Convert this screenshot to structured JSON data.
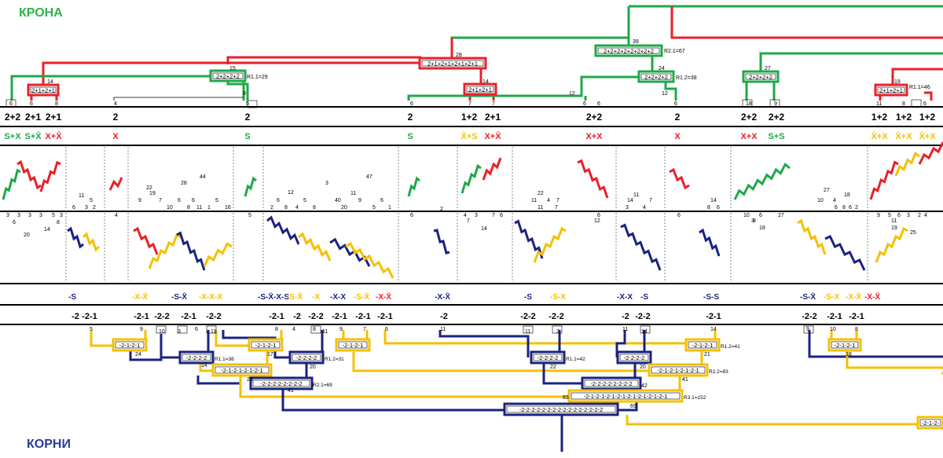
{
  "titles": {
    "crown": "КРОНА",
    "roots": "КОРНИ"
  },
  "colors": {
    "red": "#e8202a",
    "green": "#1fa84a",
    "yellow": "#f5c000",
    "navy": "#1a237e",
    "title_green": "#2fb34a",
    "title_blue": "#2a3b9c"
  },
  "crown_tree": {
    "boxes": [
      {
        "text": "2+1+2+1",
        "color": "red"
      },
      {
        "text": "2+2+2+2",
        "color": "green"
      },
      {
        "text": "2+1+2+1+2+1+2+1",
        "color": "red"
      },
      {
        "text": "2+1+2+1",
        "color": "red"
      },
      {
        "text": "2+2+2+2+2+2+2+2",
        "color": "green"
      },
      {
        "text": "2+2+2+2",
        "color": "green"
      },
      {
        "text": "2+2+2+2",
        "color": "green"
      },
      {
        "text": "2+1+2+1",
        "color": "red"
      }
    ],
    "notes": [
      "R1.1=29",
      "R2.1=67",
      "R1.2=38",
      "R1.1=46"
    ],
    "numbers": [
      "39",
      "28",
      "15",
      "14",
      "14",
      "24",
      "27",
      "19",
      "12",
      "12",
      "9",
      "6",
      "6",
      "8",
      "4",
      "5",
      "6",
      "7",
      "7",
      "6",
      "6",
      "6",
      "18",
      "9",
      "11",
      "8",
      "6"
    ]
  },
  "row_sum": [
    "2+2",
    "2+1",
    "2+1",
    "2",
    "2",
    "2",
    "1+2",
    "2+1",
    "2+2",
    "2",
    "2+2",
    "2+2",
    "1+2",
    "1+2",
    "1+2"
  ],
  "row_type": [
    "S+X",
    "S+X̄",
    "X+X̄",
    "X",
    "S",
    "S",
    "X̄+S",
    "X+X̄",
    "X+X",
    "X",
    "X+X",
    "S+S",
    "X̄+X",
    "X̄+X",
    "X̄+X"
  ],
  "upper_numbers": [
    "11",
    "5",
    "6",
    "3",
    "2",
    "9",
    "19",
    "7",
    "10",
    "6",
    "8",
    "22",
    "28",
    "44",
    "6",
    "5",
    "16",
    "1",
    "11",
    "12",
    "6",
    "8",
    "2",
    "4",
    "5",
    "8",
    "3",
    "40",
    "11",
    "20",
    "9",
    "47",
    "5",
    "6",
    "1",
    "22",
    "11",
    "4",
    "7",
    "11",
    "7",
    "14",
    "11",
    "3",
    "4",
    "7",
    "27",
    "10",
    "18",
    "4",
    "6",
    "8",
    "6",
    "2",
    "14",
    "8",
    "6"
  ],
  "lower_numbers": [
    "3",
    "3",
    "3",
    "3",
    "5",
    "3",
    "6",
    "8",
    "20",
    "14",
    "4",
    "5",
    "6",
    "2",
    "7",
    "4",
    "3",
    "7",
    "14",
    "6",
    "6",
    "12",
    "6",
    "10",
    "8",
    "6",
    "3",
    "18",
    "27",
    "9",
    "5",
    "6",
    "3",
    "2",
    "4",
    "11",
    "19",
    "25"
  ],
  "row_neg_type": [
    "-S",
    "-X-X̄",
    "-S-X̄",
    "-X-X-X",
    "-S-X̄-X-S",
    "-S-X̄",
    "-X",
    "-X-X",
    "-S-X̄",
    "-X-X̄",
    "-X-X̄",
    "-S",
    "-S-X",
    "-X-X",
    "-S",
    "-S-S",
    "-S-X̄",
    "-S-X",
    "-X-X̄",
    "-X-X̄"
  ],
  "row_neg_sum": [
    "-2",
    "-2-1",
    "-2-1",
    "-2-2",
    "-2-1",
    "-2-2",
    "-2-1",
    "-2",
    "-2-2",
    "-2-1",
    "-2-1",
    "-2-1",
    "-2",
    "-2-2",
    "-2-2",
    "-2",
    "-2-2",
    "-2-1",
    "-2-2",
    "-2-1",
    "-2-1"
  ],
  "root_tree": {
    "boxes": [
      {
        "text": "-2-1-2-1",
        "color": "yellow"
      },
      {
        "text": "-2-1-2-1",
        "color": "yellow"
      },
      {
        "text": "-2-1-2-1",
        "color": "yellow"
      },
      {
        "text": "-2-2-2-2",
        "color": "navy"
      },
      {
        "text": "-2-2-2-2",
        "color": "navy"
      },
      {
        "text": "-2-1-2-1-2-1-2-1",
        "color": "yellow"
      },
      {
        "text": "-2-2-2-2-2-2-2-2",
        "color": "navy"
      },
      {
        "text": "-2-2-2-2",
        "color": "navy"
      },
      {
        "text": "-2-2-2-2",
        "color": "navy"
      },
      {
        "text": "-2-1-2-1",
        "color": "yellow"
      },
      {
        "text": "-2-1-2-1-2-1-2-1",
        "color": "yellow"
      },
      {
        "text": "-2-2-2-2-2-2-2-2",
        "color": "navy"
      },
      {
        "text": "-2-1-2-1-2-1-2-1-2-1-2-1-2-1-2-1",
        "color": "yellow"
      },
      {
        "text": "-2-2-2-2-2-2-2-2-2-2-2-2-2-2-2-2",
        "color": "navy"
      },
      {
        "text": "-2-1-2-1",
        "color": "yellow"
      },
      {
        "text": "-2-1-2-",
        "color": "yellow"
      }
    ],
    "notes": [
      "R1.1=38",
      "R1.2=31",
      "R2.1=69",
      "R1.1=42",
      "R1.2=41",
      "R2.2=83",
      "R3.1=152"
    ],
    "numbers": [
      "5",
      "9",
      "10",
      "3",
      "6",
      "11",
      "8",
      "4",
      "8",
      "11",
      "9",
      "7",
      "6",
      "11",
      "11",
      "3",
      "11",
      "14",
      "14",
      "24",
      "14",
      "17",
      "20",
      "28",
      "41",
      "22",
      "20",
      "21",
      "42",
      "41",
      "69",
      "83",
      "9",
      "10",
      "8",
      "18"
    ]
  }
}
